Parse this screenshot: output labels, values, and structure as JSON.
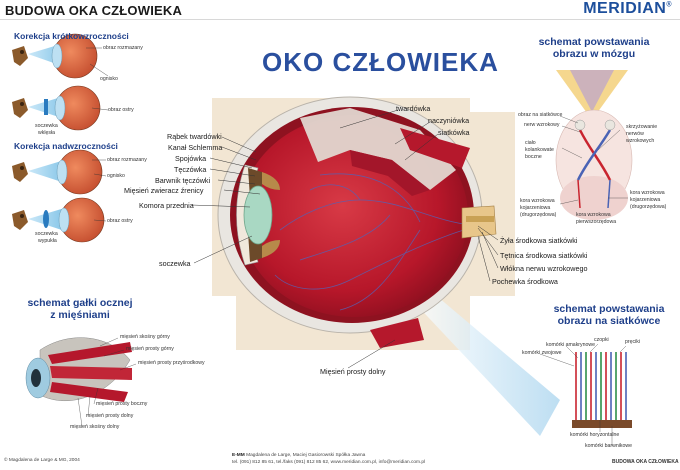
{
  "header": {
    "title": "BUDOWA OKA CZŁOWIEKA",
    "brand": "MERIDIAN",
    "brand_mark": "®"
  },
  "main_title": "OKO CZŁOWIEKA",
  "myopia": {
    "heading": "Korekcja krótkowzroczności",
    "label_blurry": "obraz rozmazany",
    "label_focus": "ognisko",
    "label_sharp": "obraz ostry",
    "label_lens_1": "soczewka",
    "label_lens_2": "wklęsła"
  },
  "hyperopia": {
    "heading": "Korekcja nadwzroczności",
    "label_blurry": "obraz rozmazany",
    "label_focus": "ognisko",
    "label_sharp": "obraz ostry",
    "label_lens_1": "soczewka",
    "label_lens_2": "wypukła"
  },
  "eye_labels_left": [
    "Rąbek twardówki",
    "Kanał Schlemma",
    "Spojówka",
    "Tęczówka",
    "Barwnik tęczówki",
    "Mięsień zwieracz źrenicy",
    "Komora przednia",
    "soczewka"
  ],
  "eye_labels_top": [
    "twardówka",
    "naczyniówka",
    "siatkówka"
  ],
  "eye_labels_right": [
    "Żyła środkowa siatkówki",
    "Tętnica środkowa siatkówki",
    "Włókna nerwu wzrokowego",
    "Pochewka środkowa"
  ],
  "eye_label_bottom": "Mięsień prosty dolny",
  "brain": {
    "heading_1": "schemat powstawania",
    "heading_2": "obrazu w mózgu",
    "labels": [
      "obraz na siatkówce",
      "nerw wzrokowy",
      "ciało",
      "kolankowate",
      "boczne",
      "kora wzrokowa",
      "kojarzeniowa",
      "(drugorzędowa)",
      "kora wzrokowa",
      "pierwszorzędowa",
      "skrzyżowanie",
      "nerwów",
      "wzrokowych",
      "kora wzrokowa",
      "kojarzeniowa",
      "(drugorzędowa)"
    ]
  },
  "muscles": {
    "heading_1": "schemat gałki ocznej",
    "heading_2": "z mięśniami",
    "labels": [
      "mięsień skośny górny",
      "mięsień prosty górny",
      "mięsień prosty przyśrodkowy",
      "mięsień prosty boczny",
      "mięsień prosty dolny",
      "mięsień skośny dolny"
    ]
  },
  "retina": {
    "heading_1": "schemat powstawania",
    "heading_2": "obrazu na siatkówce",
    "labels": [
      "czopki",
      "pręciki",
      "komórki amakrynowe",
      "komórki horyzontalne",
      "komórki zwojowe",
      "komórki barwnikowe"
    ]
  },
  "footer": {
    "copyright": "© Magdalena de Large & MG, 2004",
    "company": "E-MM",
    "authors": "Magdalena de Large, Maciej Gasiorowski Spółka Jawna",
    "contact": "tel. (091) 812 85 61, tel./faks (091) 812 85 62, www.meridian.com.pl, info@meridian.com.pl",
    "corner": "BUDOWA OKA CZŁOWIEKA"
  },
  "colors": {
    "title_blue": "#2a4f9e",
    "eye_red": "#c41e2e",
    "sclera": "#f3f1ee",
    "lens": "#a9d8c3"
  },
  "icons": [
    "dog-icon",
    "eye-diagram-icon",
    "brain-icon",
    "retina-cells-icon",
    "eyeball-muscles-icon"
  ]
}
